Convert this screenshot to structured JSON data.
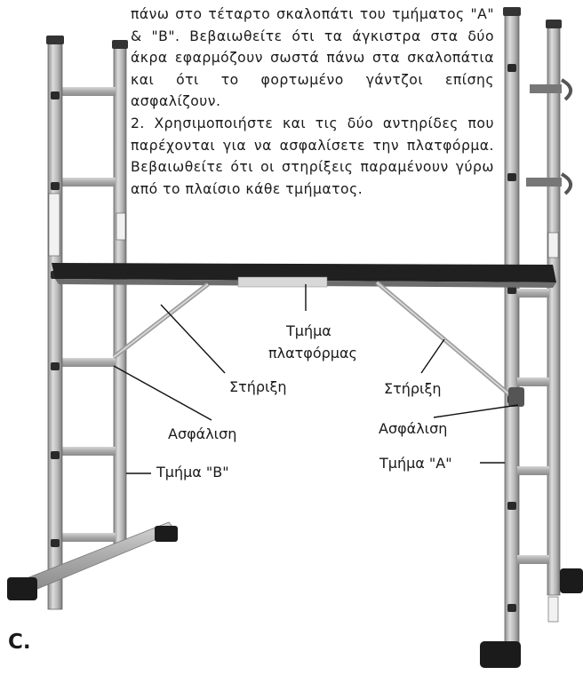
{
  "instructions": {
    "paragraph1": "πάνω στο τέταρτο σκαλοπάτι του τμήματος \"A\" & \"B\". Βεβαιωθείτε ότι τα άγκιστρα στα δύο άκρα εφαρμόζουν σωστά πάνω στα σκαλοπάτια και ότι το φορτωμένο γάντζοι επίσης ασφαλίζουν.",
    "paragraph2": "2. Χρησιμοποιήστε και τις δύο αντηρίδες που παρέχονται για να ασφαλίσετε την πλατφόρμα. Βεβαιωθείτε ότι οι στηρίξεις παραμένουν γύρω από το πλαίσιο κάθε τμήματος."
  },
  "labels": {
    "platform_line1": "Τμήμα",
    "platform_line2": "πλατφόρμας",
    "brace_left": "Στήριξη",
    "brace_right": "Στήριξη",
    "lock_left": "Ασφάλιση",
    "lock_right": "Ασφάλιση",
    "section_b": "Τμήμα \"B\"",
    "section_a": "Τμήμα \"A\""
  },
  "figure_label": "C.",
  "colors": {
    "aluminium": "#bdbdbd",
    "aluminium_dark": "#7a7a7a",
    "platform": "#202020",
    "feet": "#1b1b1b"
  }
}
